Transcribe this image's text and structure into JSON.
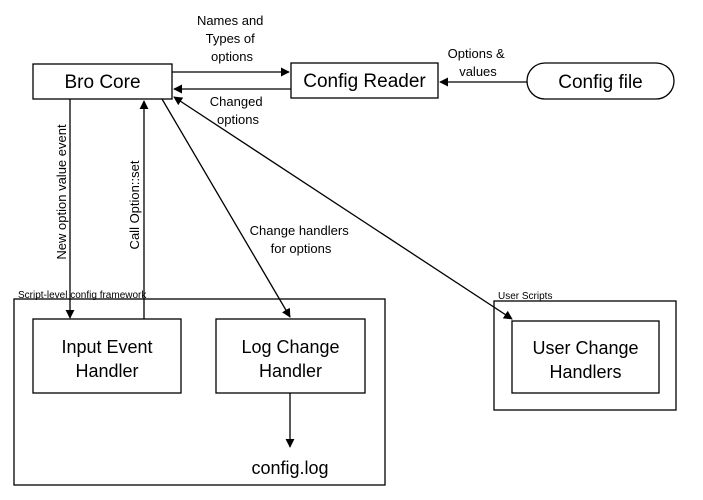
{
  "nodes": {
    "bro_core": "Bro Core",
    "config_reader": "Config Reader",
    "config_file": "Config file",
    "input_event_handler": [
      "Input Event",
      "Handler"
    ],
    "log_change_handler": [
      "Log Change",
      "Handler"
    ],
    "user_change_handlers": [
      "User Change",
      "Handlers"
    ],
    "config_log": "config.log"
  },
  "groups": {
    "script_framework": "Script-level config framework",
    "user_scripts": "User Scripts"
  },
  "edges": {
    "names_types": [
      "Names and",
      "Types of",
      "options"
    ],
    "options_values": [
      "Options &",
      "values"
    ],
    "changed_options": [
      "Changed",
      "options"
    ],
    "new_option_event": "New option value event",
    "call_option_set": "Call Option::set",
    "change_handlers": [
      "Change handlers",
      "for options"
    ]
  }
}
